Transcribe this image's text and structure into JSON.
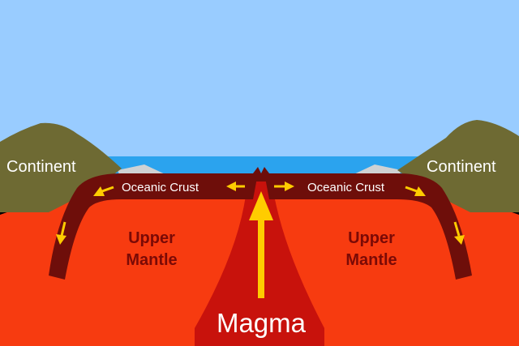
{
  "diagram": {
    "labels": {
      "continent_left": "Continent",
      "continent_right": "Continent",
      "crust_left": "Oceanic Crust",
      "crust_right": "Oceanic Crust",
      "mantle_left_line1": "Upper",
      "mantle_left_line2": "Mantle",
      "mantle_right_line1": "Upper",
      "mantle_right_line2": "Mantle",
      "magma": "Magma"
    },
    "colors": {
      "sky": "#99ccff",
      "ocean": "#2ba3ee",
      "continent": "#6e6a33",
      "mantle": "#f73b10",
      "magma_plume": "#c8120c",
      "crust": "#6e0e0a",
      "arrow": "#ffcc00",
      "beach": "#cfd2d4"
    },
    "icons": {
      "upwelling": "up-arrow-icon",
      "spreading": "outward-arrow-icon"
    }
  }
}
